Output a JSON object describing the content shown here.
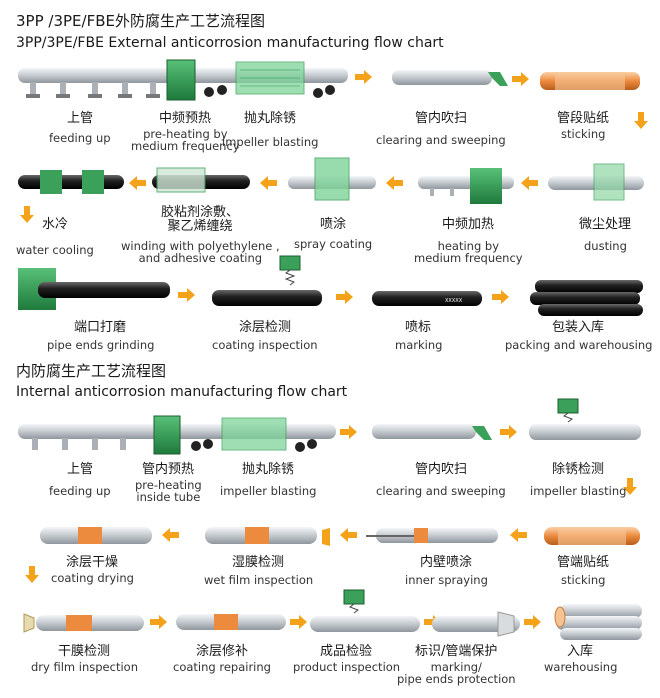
{
  "external": {
    "title_zh": "3PP /3PE/FBE外防腐生产工艺流程图",
    "title_en": "3PP/3PE/FBE External anticorrosion manufacturing flow chart",
    "steps": [
      {
        "zh": "上管",
        "en": "feeding up"
      },
      {
        "zh": "中频预热",
        "en": "pre-heating by\nmedium frequency"
      },
      {
        "zh": "抛丸除锈",
        "en": "impeller blasting"
      },
      {
        "zh": "管内吹扫",
        "en": "clearing and sweeping"
      },
      {
        "zh": "管段贴纸",
        "en": "sticking"
      },
      {
        "zh": "微尘处理",
        "en": "dusting"
      },
      {
        "zh": "中频加热",
        "en": "heating by\nmedium frequency"
      },
      {
        "zh": "喷涂",
        "en": "spray coating"
      },
      {
        "zh": "胶粘剂涂敷、\n聚乙烯缠绕",
        "en": "winding with polyethylene ,\nand adhesive coating"
      },
      {
        "zh": "水冷",
        "en": "water cooling"
      },
      {
        "zh": "端口打磨",
        "en": "pipe ends grinding"
      },
      {
        "zh": "涂层检测",
        "en": "coating inspection"
      },
      {
        "zh": "喷标",
        "en": "marking"
      },
      {
        "zh": "包装入库",
        "en": "packing and warehousing"
      }
    ]
  },
  "internal": {
    "title_zh": "内防腐生产工艺流程图",
    "title_en": "Internal anticorrosion manufacturing flow chart",
    "steps": [
      {
        "zh": "上管",
        "en": "feeding up"
      },
      {
        "zh": "管内预热",
        "en": "pre-heating\ninside tube"
      },
      {
        "zh": "抛丸除锈",
        "en": "impeller blasting"
      },
      {
        "zh": "管内吹扫",
        "en": "clearing and sweeping"
      },
      {
        "zh": "除锈检测",
        "en": "impeller blasting"
      },
      {
        "zh": "管端贴纸",
        "en": "sticking"
      },
      {
        "zh": "内壁喷涂",
        "en": "inner spraying"
      },
      {
        "zh": "湿膜检测",
        "en": "wet film inspection"
      },
      {
        "zh": "涂层干燥",
        "en": "coating drying"
      },
      {
        "zh": "干膜检测",
        "en": "dry film inspection"
      },
      {
        "zh": "涂层修补",
        "en": "coating repairing"
      },
      {
        "zh": "成品检验",
        "en": "product inspection"
      },
      {
        "zh": "标识/管端保护",
        "en": "marking/\npipe ends protection"
      },
      {
        "zh": "入库",
        "en": "warehousing"
      }
    ]
  },
  "colors": {
    "arrow": "#f5a21b",
    "machine": "#3aa05a",
    "pipe": "#c8ccd0",
    "black_pipe": "#2a2a2a",
    "orange": "#e98a3e"
  }
}
